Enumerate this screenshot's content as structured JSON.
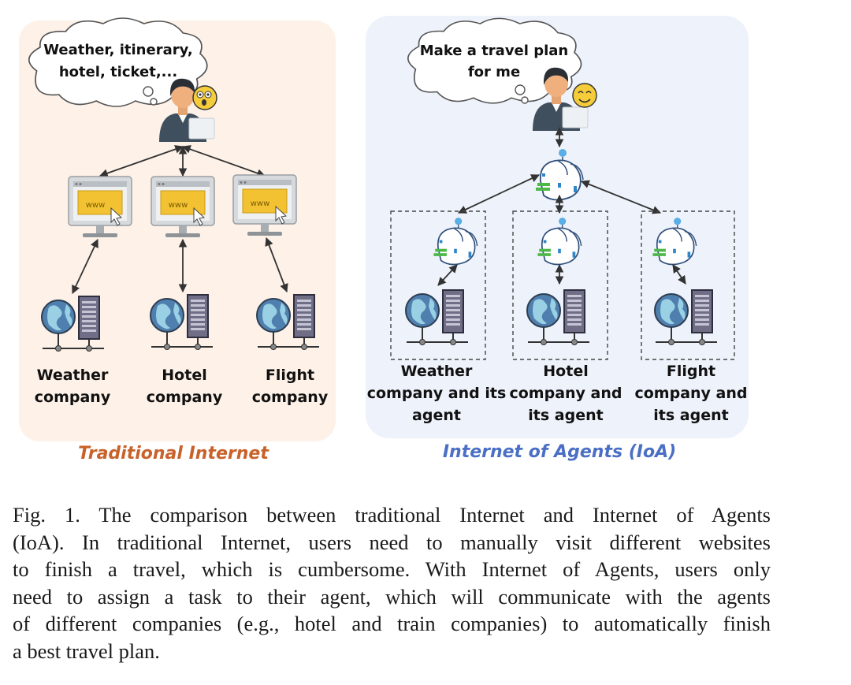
{
  "traditional": {
    "title": "Traditional Internet",
    "thought": [
      "Weather, itinerary,",
      "hotel, ticket,..."
    ],
    "browser_text": "www",
    "companies": [
      {
        "lines": [
          "Weather",
          "company"
        ]
      },
      {
        "lines": [
          "Hotel",
          "company"
        ]
      },
      {
        "lines": [
          "Flight",
          "company"
        ]
      }
    ]
  },
  "ioa": {
    "title": "Internet of Agents (IoA)",
    "thought": [
      "Make a travel plan",
      "for me"
    ],
    "companies": [
      {
        "lines": [
          "Weather",
          "company and its",
          "agent"
        ]
      },
      {
        "lines": [
          "Hotel",
          "company and",
          "its agent"
        ]
      },
      {
        "lines": [
          "Flight",
          "company and",
          "its agent"
        ]
      }
    ]
  },
  "colors": {
    "traditional_bg": "#fdf1e8",
    "ioa_bg": "#eef2fb",
    "traditional_title": "#c8622a",
    "ioa_title": "#4a6fc4",
    "globe": "#4f7fae",
    "server": "#6f6e86",
    "screen": "#f2c232"
  },
  "caption": {
    "lines": [
      "Fig. 1.  The comparison between traditional Internet and Internet of Agents",
      "(IoA). In traditional Internet, users need to manually visit different websites",
      "to finish a travel, which is cumbersome. With Internet of Agents, users only",
      "need to assign a task to their agent, which will communicate with the agents",
      "of different companies (e.g., hotel and train companies) to automatically finish",
      "a best travel plan."
    ]
  }
}
